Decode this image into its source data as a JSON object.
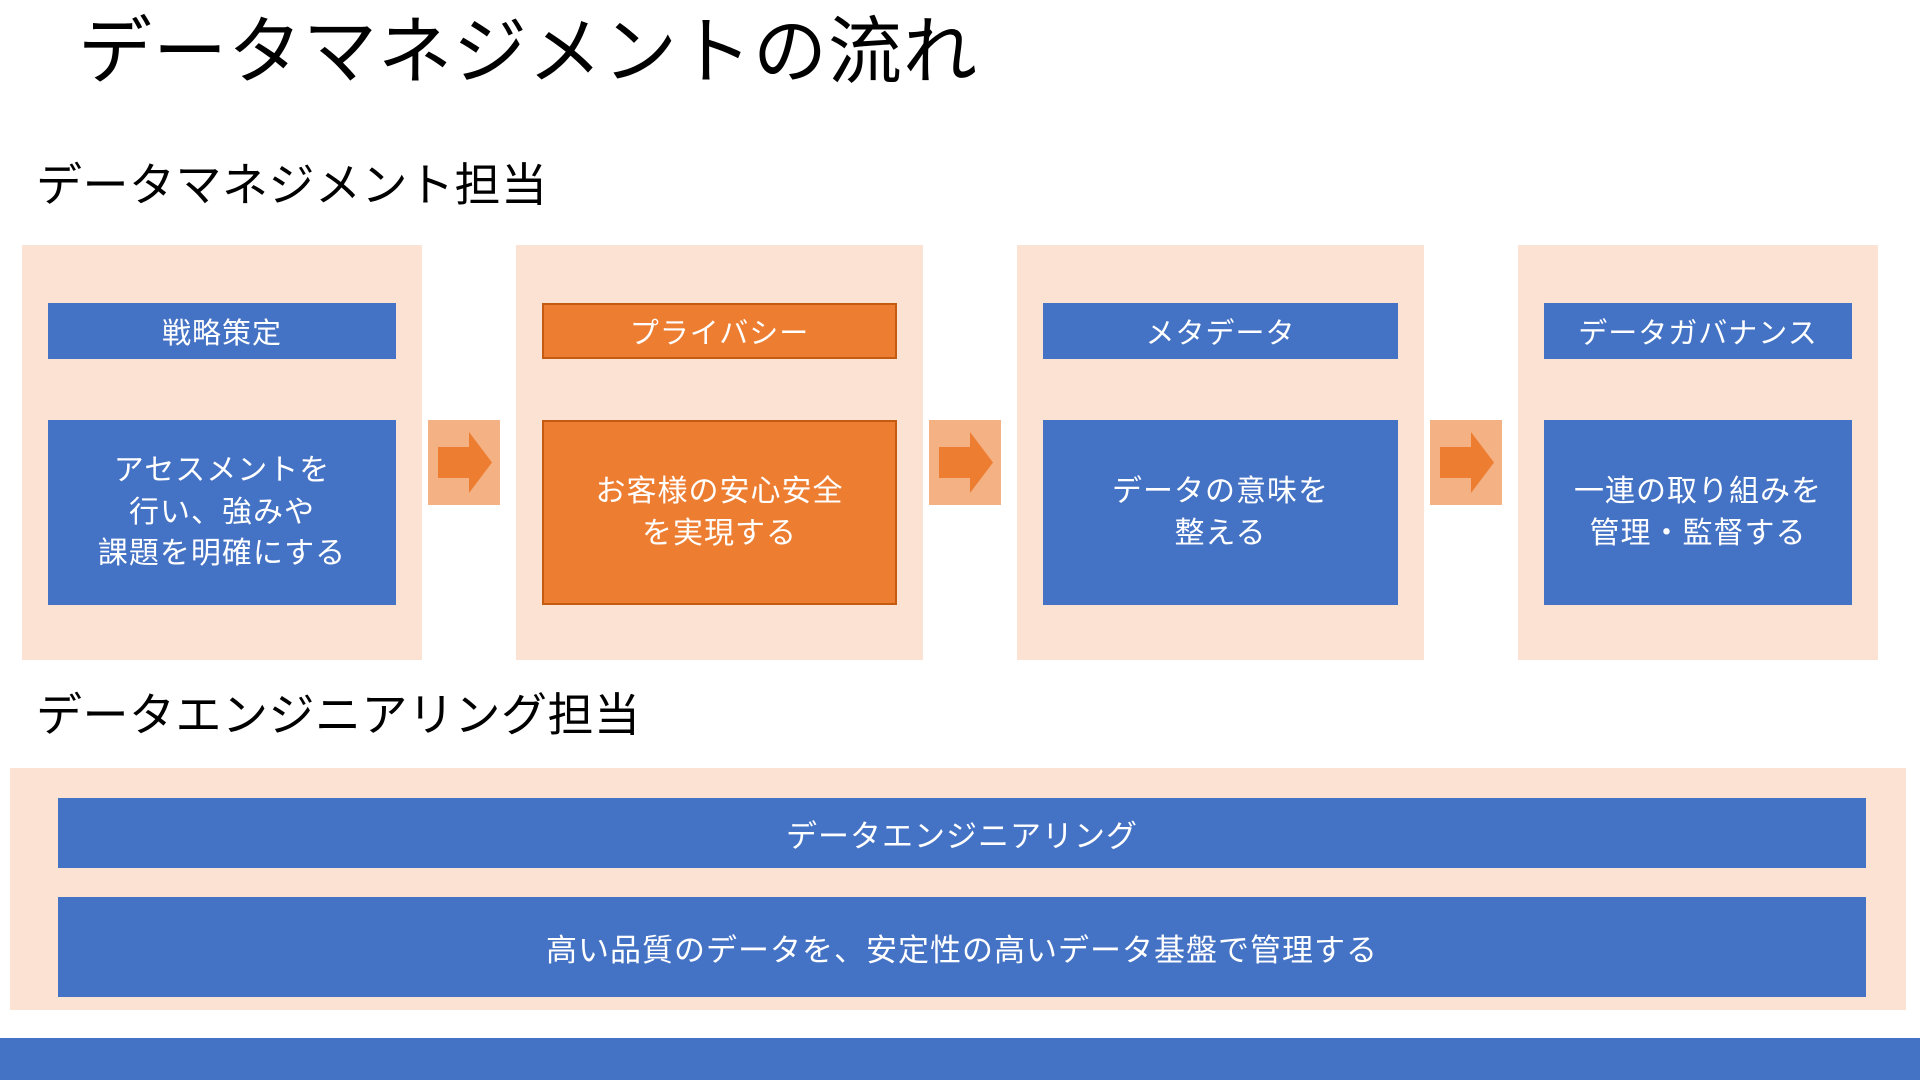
{
  "slide": {
    "title": "データマネジメントの流れ",
    "colors": {
      "panel_bg": "#fbe2d3",
      "box_blue": "#4472c4",
      "box_orange": "#ed7d31",
      "orange_border": "#c55a11",
      "arrow_bg": "#f4b183",
      "arrow_fill": "#ed7d31",
      "text_light": "#ffffff",
      "text_dark": "#000000",
      "background": "#ffffff"
    }
  },
  "sections": {
    "management": {
      "label": "データマネジメント担当",
      "stages": [
        {
          "title": "戦略策定",
          "body": "アセスメントを\n行い、強みや\n課題を明確にする",
          "highlighted": false
        },
        {
          "title": "プライバシー",
          "body": "お客様の安心安全\nを実現する",
          "highlighted": true
        },
        {
          "title": "メタデータ",
          "body": "データの意味を\n整える",
          "highlighted": false
        },
        {
          "title": "データガバナンス",
          "body": "一連の取り組みを\n管理・監督する",
          "highlighted": false
        }
      ],
      "arrows": [
        {
          "icon": "right-arrow-icon"
        },
        {
          "icon": "right-arrow-icon"
        },
        {
          "icon": "right-arrow-icon"
        }
      ]
    },
    "engineering": {
      "label": "データエンジニアリング担当",
      "title": "データエンジニアリング",
      "body": "高い品質のデータを、安定性の高いデータ基盤で管理する"
    }
  }
}
